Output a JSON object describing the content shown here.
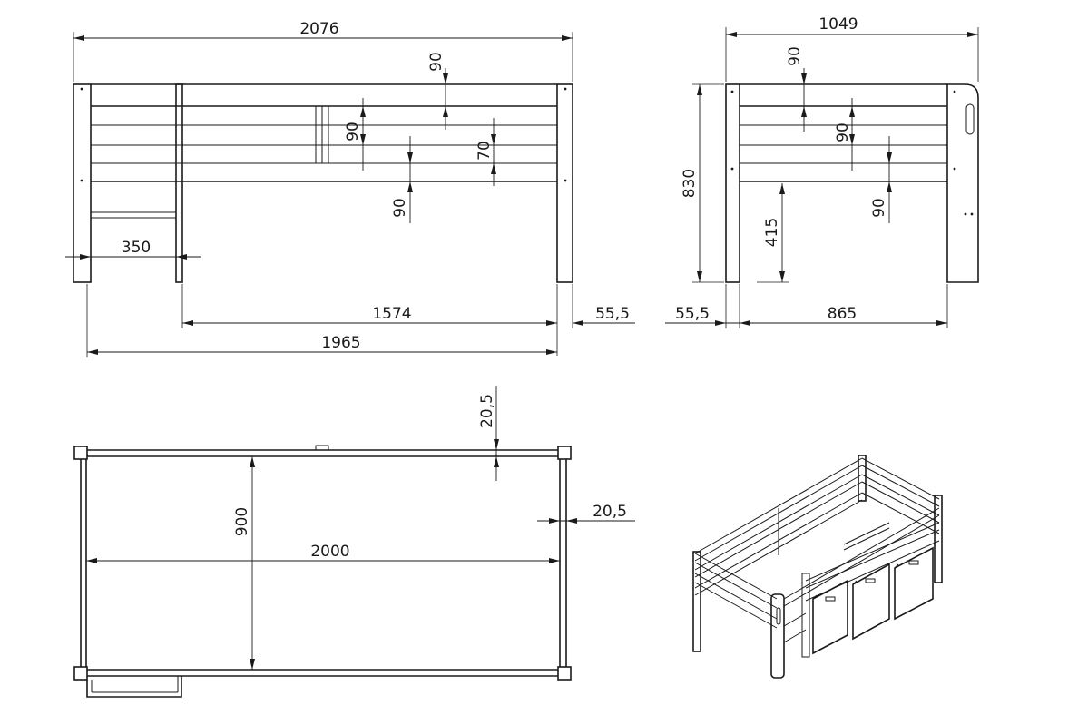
{
  "views": {
    "front": {
      "overall_length": "2076",
      "rail_spacing_top": "90",
      "rail_spacing_mid": "90",
      "rail_gap": "70",
      "rail_spacing_bottom": "90",
      "ladder_width": "350",
      "inner_length": "1574",
      "leg_offset": "55,5",
      "frame_length": "1965"
    },
    "side": {
      "overall_width": "1049",
      "rail_spacing_top": "90",
      "rail_spacing_mid": "90",
      "rail_spacing_bottom": "90",
      "height": "830",
      "base_height": "415",
      "leg_offset": "55,5",
      "inner_width": "865"
    },
    "top": {
      "rail_thickness_top": "20,5",
      "rail_thickness_side": "20,5",
      "inner_width": "900",
      "inner_length": "2000"
    }
  }
}
